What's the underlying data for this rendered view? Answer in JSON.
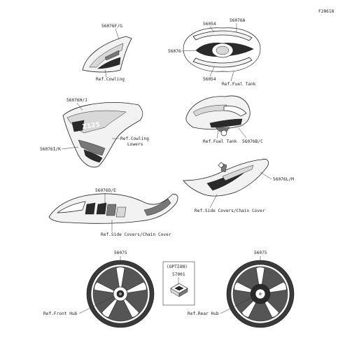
{
  "figure_code": "F28618",
  "callouts": {
    "p56076FG": "56076F/G",
    "p56054_top": "56054",
    "p56076A": "56076A",
    "p56076": "56076",
    "p56054_bottom": "56054",
    "p56076HJ": "56076H/J",
    "p56076IK": "56076I/K",
    "p56076BC": "56076B/C",
    "p56076LM": "56076L/M",
    "p56076DE": "56076D/E",
    "p56075_left": "56075",
    "p56075_right": "56075",
    "p57001": "57001"
  },
  "references": {
    "cowling": "Ref.Cowling",
    "fuel_tank_top": "Ref.Fuel Tank",
    "cowling_lowers_1": "Ref.Cowling",
    "cowling_lowers_2": "Lowers",
    "fuel_tank_mid": "Ref.Fuel Tank",
    "side_covers_right": "Ref.Side Covers/Chain Cover",
    "side_covers_left": "Ref.Side Covers/Chain Cover",
    "front_hub": "Ref.Front Hub",
    "rear_hub": "Ref.Rear Hub"
  },
  "option_label": "(OPTION)",
  "decal_lettering": "Z125"
}
